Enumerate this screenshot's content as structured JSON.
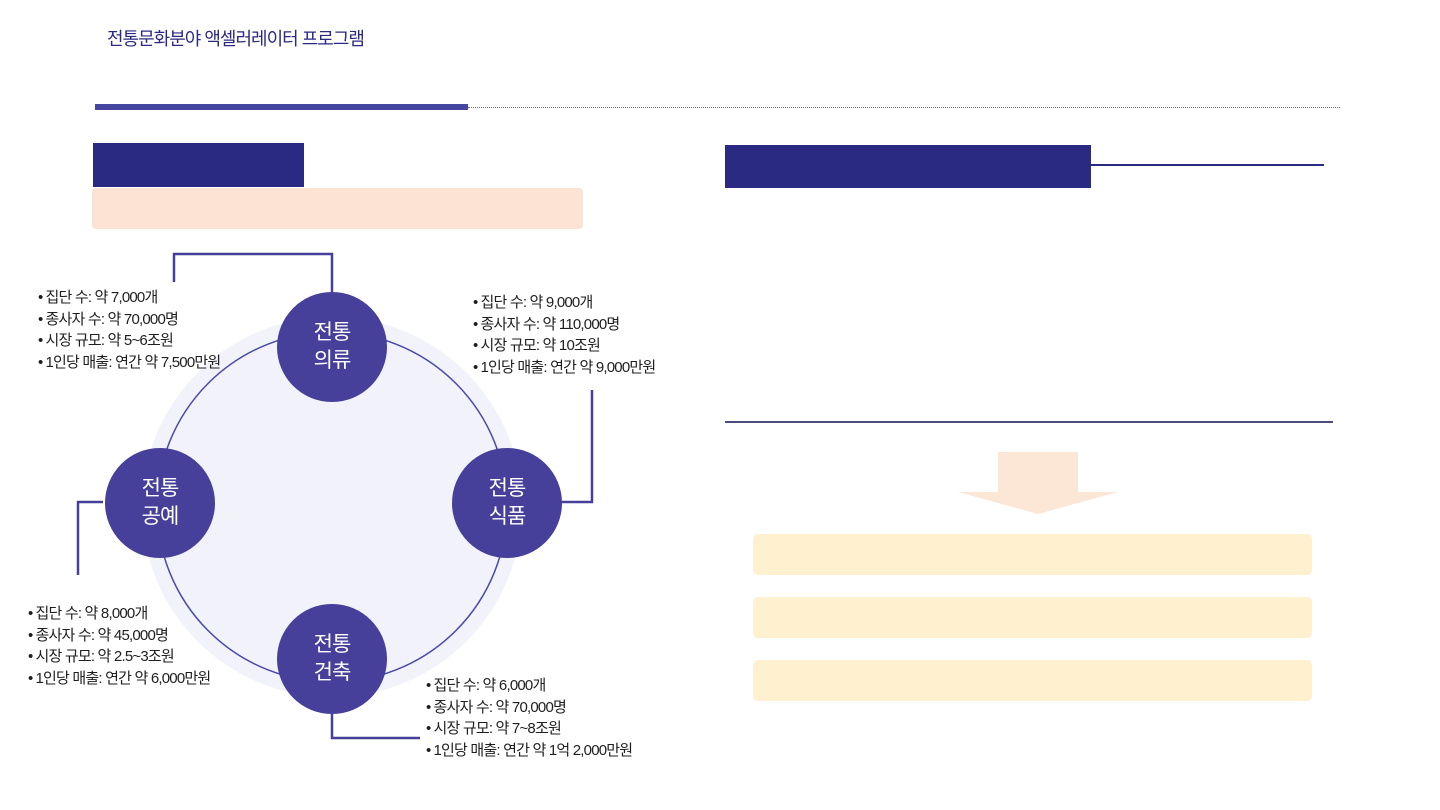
{
  "header": {
    "title": "전통문화분야 액셀러레이터 프로그램"
  },
  "colors": {
    "navy": "#2b2a82",
    "rule": "#4646a0",
    "circle_fill": "#46409a",
    "ring_line": "#4a4aa8",
    "halo": "#f1f2fa",
    "peach": "#fde3d4",
    "cream": "#fff1cf",
    "arrow": "#fce6d6"
  },
  "left_panel": {
    "banner_text": "",
    "subtitle": ""
  },
  "right_panel": {
    "banner_text": "",
    "results": [
      "",
      "",
      ""
    ]
  },
  "diagram": {
    "nodes": [
      {
        "id": "clothing",
        "line1": "전통",
        "line2": "의류",
        "stats": [
          "집단 수: 약 7,000개",
          "종사자 수: 약 70,000명",
          "시장 규모: 약 5~6조원",
          "1인당 매출: 연간 약 7,500만원"
        ]
      },
      {
        "id": "food",
        "line1": "전통",
        "line2": "식품",
        "stats": [
          "집단 수: 약 9,000개",
          "종사자 수: 약 110,000명",
          "시장 규모: 약 10조원",
          "1인당 매출: 연간 약 9,000만원"
        ]
      },
      {
        "id": "architecture",
        "line1": "전통",
        "line2": "건축",
        "stats": [
          "집단 수: 약 6,000개",
          "종사자 수: 약 70,000명",
          "시장 규모: 약 7~8조원",
          "1인당 매출: 연간 약 1억 2,000만원"
        ]
      },
      {
        "id": "crafts",
        "line1": "전통",
        "line2": "공예",
        "stats": [
          "집단 수: 약 8,000개",
          "종사자 수: 약 45,000명",
          "시장 규모: 약 2.5~3조원",
          "1인당 매출: 연간 약 6,000만원"
        ]
      }
    ]
  }
}
